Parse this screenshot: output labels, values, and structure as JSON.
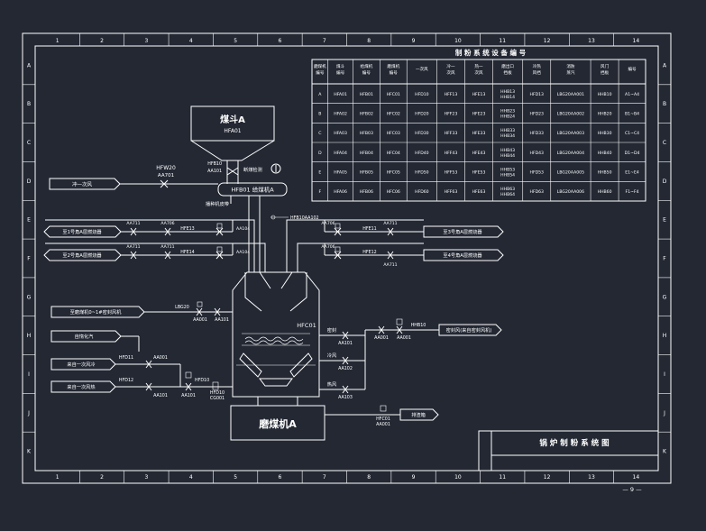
{
  "colors": {
    "background": "#232833",
    "line": "#ffffff"
  },
  "frame": {
    "columns": [
      "1",
      "2",
      "3",
      "4",
      "5",
      "6",
      "7",
      "8",
      "9",
      "10",
      "11",
      "12",
      "13",
      "14"
    ],
    "rows": [
      "A",
      "B",
      "C",
      "D",
      "E",
      "F",
      "G",
      "H",
      "I",
      "J",
      "K"
    ]
  },
  "title_block": {
    "title": "锅 炉 制 粉 系 统 图",
    "page_number": "— 9 —"
  },
  "table": {
    "title": "制 粉 系 统 设 备 编 号",
    "headers": [
      "磨煤机编号",
      "煤斗编号",
      "给煤机编号",
      "磨煤机编号",
      "一次风",
      "冷一次风",
      "热一次风",
      "磨出口挡板",
      "冷热风挡",
      "消防蒸汽",
      "风门挡板",
      "编号"
    ],
    "rows": [
      [
        "A",
        "HFA01",
        "HFB01",
        "HFC01",
        "HFD10",
        "HFF13",
        "HFE13",
        "HHB13\nHHB14",
        "HFD13",
        "LBG20AA001",
        "HHB10",
        "A1~A4"
      ],
      [
        "B",
        "HFA02",
        "HFB02",
        "HFC02",
        "HFD20",
        "HFF23",
        "HFE23",
        "HHB23\nHHB24",
        "HFD23",
        "LBG20AA002",
        "HHB20",
        "B1~B4"
      ],
      [
        "C",
        "HFA03",
        "HFB03",
        "HFC03",
        "HFD30",
        "HFF33",
        "HFE33",
        "HHB33\nHHB34",
        "HFD33",
        "LBG20AA003",
        "HHB30",
        "C1~C4"
      ],
      [
        "D",
        "HFA04",
        "HFB04",
        "HFC04",
        "HFD40",
        "HFF43",
        "HFE43",
        "HHB43\nHHB44",
        "HFD43",
        "LBG20AA004",
        "HHB40",
        "D1~D4"
      ],
      [
        "E",
        "HFA05",
        "HFB05",
        "HFC05",
        "HFD50",
        "HFF53",
        "HFE53",
        "HHB53\nHHB54",
        "HFD53",
        "LBG20AA005",
        "HHB50",
        "E1~E4"
      ],
      [
        "F",
        "HFA06",
        "HFB06",
        "HFC06",
        "HFD60",
        "HFF63",
        "HFE63",
        "HHB63\nHHB64",
        "HFD63",
        "LBG20AA006",
        "HHB60",
        "F1~F4"
      ]
    ]
  },
  "equipment": {
    "hopper": {
      "name": "煤斗A",
      "code": "HFA01"
    },
    "feeder": {
      "name": "HFB01 给煤机A",
      "valve_code": "HFB10",
      "valve_tag": "AA101",
      "sensor_label": "断煤检测"
    },
    "feeder_inlet": {
      "label": "播种机皮带",
      "tag": "HFB10AA102"
    },
    "seal_air": {
      "label": "冲一次风",
      "code": "HFW20",
      "tag": "AA701"
    },
    "mill": {
      "name": "磨煤机A",
      "code": "HFC01"
    },
    "left_outlets": [
      {
        "label": "至1号角A层燃烧器",
        "code": "HFE13",
        "tag1": "AA711",
        "tag2": "AA706",
        "tag3": "AA104"
      },
      {
        "label": "至2号角A层燃烧器",
        "code": "HFE14",
        "tag1": "AA711",
        "tag2": "AA711",
        "tag3": "AA104"
      }
    ],
    "right_outlets": [
      {
        "label": "至3号角A层燃烧器",
        "code": "HFE11",
        "tag1": "AA706",
        "tag2": "AA711"
      },
      {
        "label": "至4号角A层燃烧器",
        "code": "HFE12",
        "tag1": "AA706",
        "tag2": "AA711"
      }
    ],
    "left_inlets": [
      {
        "label": "至磨煤机0~1#密封风机",
        "code": "LBG20",
        "tag1": "AA001",
        "tag2": "AA101"
      },
      {
        "label": "自惰化汽",
        "code": "",
        "tag1": "",
        "tag2": ""
      },
      {
        "label": "来自一次风冷",
        "code": "HFD11",
        "tag1": "AA001",
        "tag2": ""
      },
      {
        "label": "来自一次风热",
        "code": "HFD12",
        "tag1": "AA101",
        "tag2": ""
      }
    ],
    "inlet_mix": {
      "code": "HFD10",
      "tag": "AA101",
      "code2": "HFD10",
      "tag2": "CG001"
    },
    "right_inlets": [
      {
        "label": "密封",
        "tag": "AA101"
      },
      {
        "label": "冷风",
        "tag": "AA102"
      },
      {
        "label": "热风",
        "tag": "AA103"
      }
    ],
    "fan_to": {
      "label": "密封风(来自密封风机)",
      "code": "HHB10",
      "tag": "AA001",
      "tag2": "AA001"
    },
    "stone_coal": {
      "label": "排渣箱",
      "code": "HFC01",
      "tag": "AA001"
    }
  }
}
